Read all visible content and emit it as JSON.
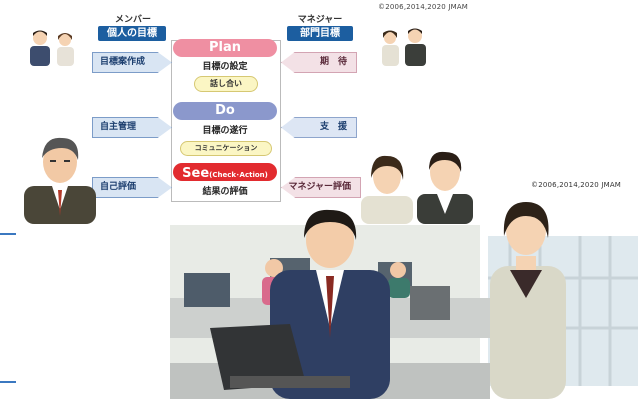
{
  "copyright_top": "©2006,2014,2020 JMAM",
  "copyright_photo": "©2006,2014,2020 JMAM",
  "diagram": {
    "member_header": "メンバー",
    "manager_header": "マネジャー",
    "member_tag": "個人の目標",
    "manager_tag": "部門目標",
    "plan": {
      "title": "Plan",
      "subtitle": "目標の設定",
      "left": "目標案作成",
      "right": "期　待",
      "oval": "話し合い"
    },
    "do": {
      "title": "Do",
      "subtitle": "目標の遂行",
      "left": "自主管理",
      "right": "支　援",
      "oval": "コミュニケーション"
    },
    "see": {
      "title": "See",
      "title_suffix": "(Check･Action)",
      "subtitle": "結果の評価",
      "left": "自己評価",
      "right": "マネジャー評価"
    }
  },
  "colors": {
    "tag_blue": "#1c5ea0",
    "plan_pink": "#ef8fa2",
    "do_blue": "#8b98cc",
    "see_red": "#e22b2f"
  }
}
